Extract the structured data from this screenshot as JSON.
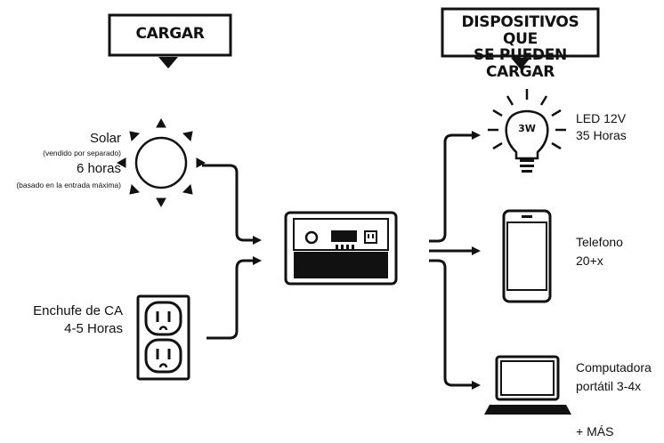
{
  "charge_header": "CARGAR",
  "devices_header": {
    "line1": "DISPOSITIVOS QUE",
    "line2": "SE PUEDEN CARGAR"
  },
  "solar": {
    "title": "Solar",
    "note": "(vendido por separado)",
    "time": "6 horas",
    "basis": "(basado en la entrada máxima)"
  },
  "outlet": {
    "line1": "Enchufe de CA",
    "line2": "4-5 Horas"
  },
  "led": {
    "line1": "LED 12V",
    "line2": "35 Horas",
    "badge": "3W"
  },
  "phone": {
    "line1": "Telefono",
    "line2": "20+x"
  },
  "laptop": {
    "line1": "Computadora",
    "line2": "portátil 3-4x"
  },
  "more": "+ MÁS",
  "icons": [
    "sun-icon",
    "wall-outlet-icon",
    "power-station-icon",
    "light-bulb-icon",
    "smartphone-icon",
    "laptop-icon"
  ],
  "colors": {
    "ink": "#111111",
    "background": "#ffffff"
  }
}
